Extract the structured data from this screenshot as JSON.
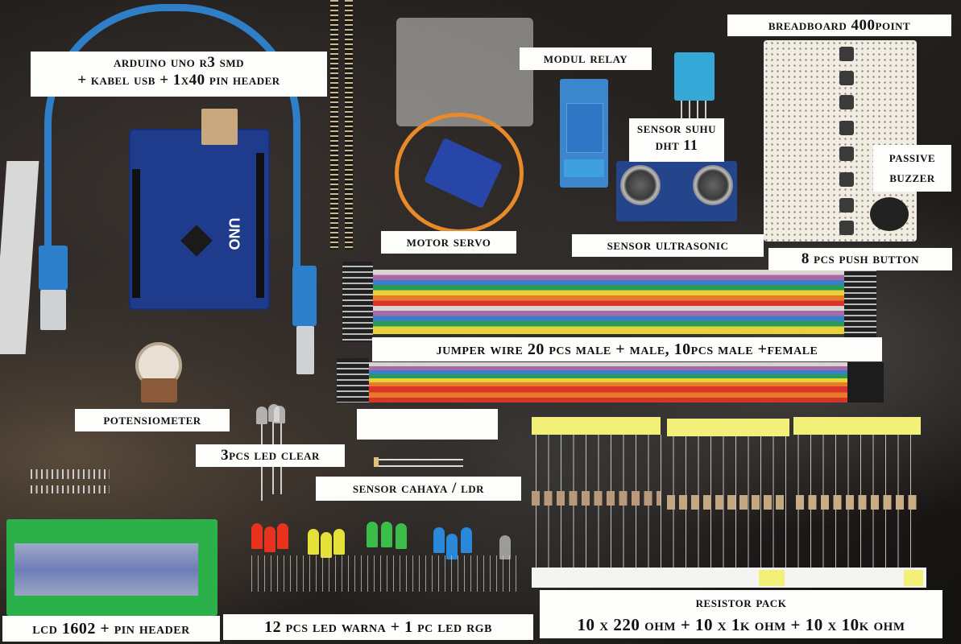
{
  "image": {
    "description": "Arduino starter kit product photo with labeled components on a dark background",
    "background_color": "#1a1716",
    "label_background": "#fdfdfb",
    "label_text_color": "#111111"
  },
  "labels": {
    "arduino": {
      "line1": "ARDUINO UNO R3 SMD",
      "line2": "+ KABEL USB + 1X40 PIN HEADER"
    },
    "modul_relay": "MODUL RELAY",
    "breadboard": "BREADBOARD 400POINT",
    "sensor_suhu": {
      "line1": "SENSOR SUHU",
      "line2": "DHT 11"
    },
    "passive_buzzer": {
      "line1": "PASSIVE",
      "line2": "BUZZER"
    },
    "motor_servo": "MOTOR SERVO",
    "sensor_ultrasonic": "SENSOR ULTRASONIC",
    "push_button": "8 PCS PUSH BUTTON",
    "jumper_wire": "JUMPER WIRE 20 PCS MALE + MALE, 10PCS MALE +FEMALE",
    "potensiometer": "POTENSIOMETER",
    "led_clear": "3PCS LED CLEAR",
    "sensor_cahaya": "SENSOR CAHAYA / LDR",
    "blank_label": "",
    "lcd": "LCD 1602 + PIN HEADER",
    "led_warna": "12 PCS LED WARNA + 1 PC LED RGB",
    "resistor_pack": {
      "line1": "RESISTOR PACK",
      "line2": "10 X 220 OHM + 10 X 1K OHM + 10 X 10K OHM"
    }
  },
  "board_text": {
    "uno": "UNO"
  },
  "colors": {
    "usb_cable": "#2f7fc8",
    "arduino_pcb": "#1f3b8c",
    "servo_wire": "#e98a2a",
    "relay_pcb": "#3b86cc",
    "dht_sensor": "#36a8d8",
    "lcd_pcb": "#2bb04a",
    "resistor_tape": "#f3f07a",
    "jumper_colors": [
      "#d9d4cf",
      "#a66aa8",
      "#3b7fc9",
      "#2a9a5a",
      "#e8d23a",
      "#e87a2a",
      "#d8352a",
      "#8a5a3a",
      "#222222",
      "#c0c0c0"
    ],
    "led_colors": {
      "red": "#e8321e",
      "yellow": "#e6e03a",
      "green": "#3bbd4a",
      "blue": "#2a88d8",
      "clear": "#e6e6e6"
    }
  }
}
